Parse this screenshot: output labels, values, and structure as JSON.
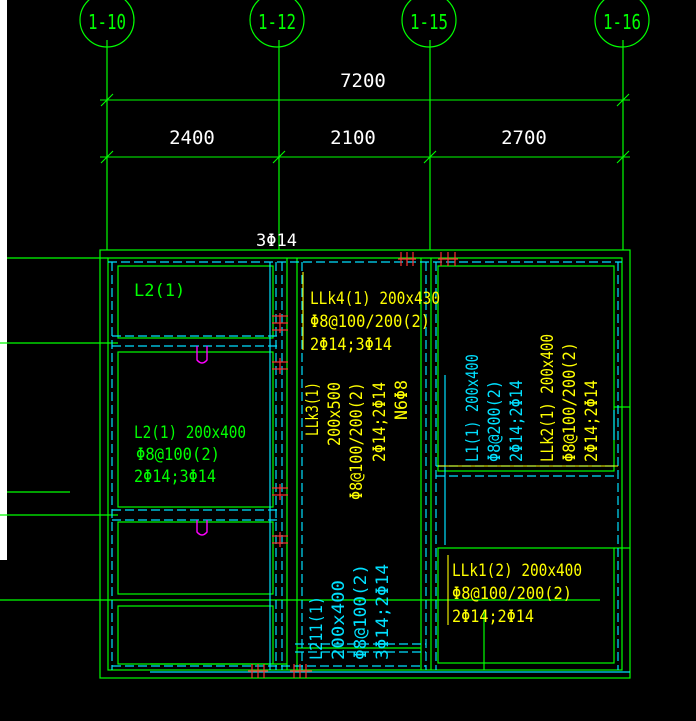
{
  "colors": {
    "background": "#000000",
    "axis": "#00ff00",
    "dimension": "#00ff00",
    "wall": "#00ff00",
    "beam_dashed": "#00e0ff",
    "annotation_yellow": "#ffff00",
    "annotation_green": "#00ff00",
    "annotation_cyan": "#00e0ff",
    "rebar_red": "#ff3030",
    "magenta": "#ff00ff"
  },
  "axes": [
    {
      "label": "1-10"
    },
    {
      "label": "1-12"
    },
    {
      "label": "1-15"
    },
    {
      "label": "1-16"
    }
  ],
  "dimensions": {
    "total": "7200",
    "spans": [
      "2400",
      "2100",
      "2700"
    ]
  },
  "top_rebar": "3Φ14",
  "beams": {
    "llk4": {
      "name": "LLk4(1) 200x430",
      "stirrup": "Φ8@100/200(2)",
      "bars": "2Φ14;3Φ14"
    },
    "l2_top": {
      "name": "L2(1)"
    },
    "l2_mid": {
      "name": "L2(1) 200x400",
      "stirrup": "Φ8@100(2)",
      "bars": "2Φ14;3Φ14"
    },
    "llk3": {
      "name": "LLk3(1)",
      "size": "200x500",
      "stirrup": "Φ8@100/200(2)",
      "bars": "2Φ14;2Φ14",
      "side": "N6Φ8"
    },
    "l1": {
      "name": "L1(1) 200x400",
      "stirrup": "Φ8@200(2)",
      "bars": "2Φ14;2Φ14"
    },
    "llk2": {
      "name": "LLk2(1) 200x400",
      "stirrup": "Φ8@100/200(2)",
      "bars": "2Φ14;2Φ14"
    },
    "llk1": {
      "name": "LLk1(2) 200x400",
      "stirrup": "Φ8@100/200(2)",
      "bars": "2Φ14;2Φ14"
    },
    "l211": {
      "name": "L211(1)",
      "size": "200x400",
      "stirrup": "Φ8@100(2)",
      "bars": "3Φ14;2Φ14"
    }
  }
}
